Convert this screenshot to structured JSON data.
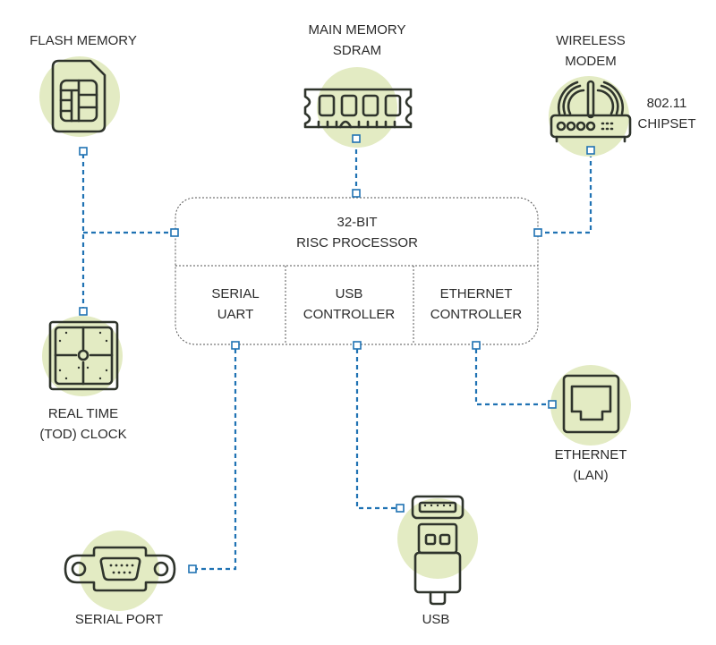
{
  "diagram": {
    "title": "Embedded system block diagram",
    "processor": {
      "title_line1": "32-BIT",
      "title_line2": "RISC PROCESSOR",
      "sub_blocks": [
        {
          "line1": "SERIAL",
          "line2": "UART"
        },
        {
          "line1": "USB",
          "line2": "CONTROLLER"
        },
        {
          "line1": "ETHERNET",
          "line2": "CONTROLLER"
        }
      ]
    },
    "components": {
      "flash": {
        "label": "FLASH MEMORY",
        "icon": "sim-card-icon"
      },
      "sdram": {
        "label_line1": "MAIN MEMORY",
        "label_line2": "SDRAM",
        "icon": "ram-module-icon"
      },
      "wireless": {
        "label_line1": "WIRELESS",
        "label_line2": "MODEM",
        "note_line1": "802.11",
        "note_line2": "CHIPSET",
        "icon": "wifi-router-icon"
      },
      "clock": {
        "label_line1": "REAL TIME",
        "label_line2": "(TOD) CLOCK",
        "icon": "clock-icon"
      },
      "ethernet": {
        "label_line1": "ETHERNET",
        "label_line2": "(LAN)",
        "icon": "ethernet-port-icon"
      },
      "serial": {
        "label": "SERIAL PORT",
        "icon": "serial-port-icon"
      },
      "usb": {
        "label": "USB",
        "icon": "usb-plug-icon"
      }
    },
    "colors": {
      "bubble": "#e3ebc3",
      "connector": "#1f72b3",
      "icon_stroke": "#2f342c",
      "text": "#2b2b2b"
    }
  }
}
